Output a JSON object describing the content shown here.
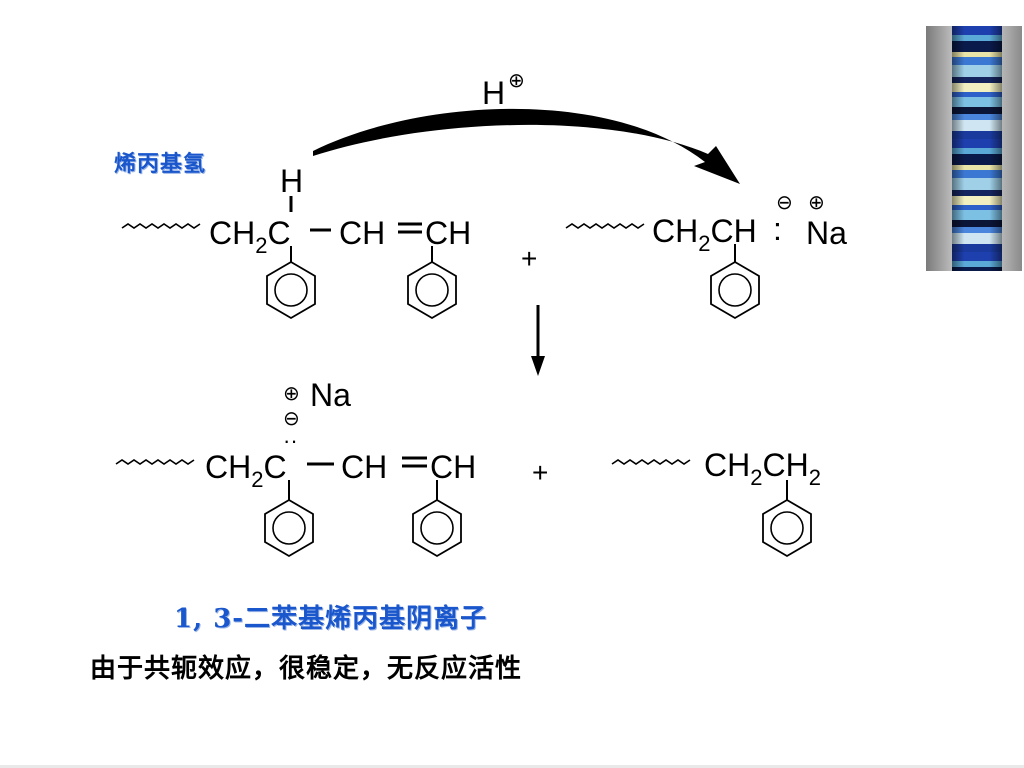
{
  "scheme": {
    "proton": "H",
    "charge_plus": "⊕",
    "charge_minus": "⊖",
    "plus_sign": "+",
    "H": "H",
    "CH": "CH",
    "CH2C": [
      "CH",
      "2",
      "C"
    ],
    "reactant_anion": {
      "main": [
        "CH",
        "2",
        "CH"
      ],
      "lone_pair": ":",
      "counterion": "Na"
    },
    "product_anion": {
      "counterion": "Na",
      "lone_pair": "··"
    },
    "product_alkane": [
      "CH",
      "2",
      "CH",
      "2"
    ]
  },
  "labels": {
    "allyl_hydrogen": "烯丙基氢",
    "anion_name": "1, 3-二苯基烯丙基阴离子",
    "stability_note": "由于共轭效应，很稳定，无反应活性"
  },
  "colors": {
    "label_blue": "#1a56cc",
    "strip": [
      "#1e3fae",
      "#5aa9d6",
      "#0a1a4a",
      "#e9e4a8",
      "#3b78d4",
      "#9fd0e8",
      "#14245e",
      "#f2f0c0",
      "#2d60c8",
      "#7cc0e4",
      "#0b1538",
      "#4a86de",
      "#cfe6f2",
      "#1a3a9e"
    ]
  }
}
